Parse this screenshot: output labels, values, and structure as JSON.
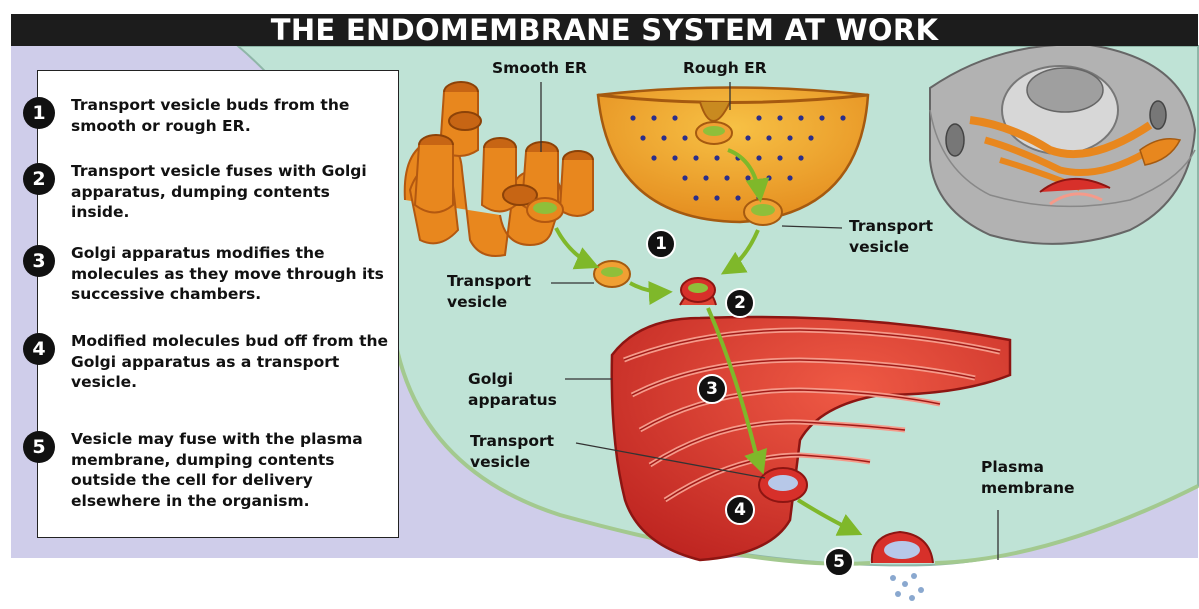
{
  "title": "THE ENDOMEMBRANE SYSTEM AT WORK",
  "steps": [
    {
      "number": "1",
      "text": "Transport vesicle buds from the smooth or rough ER."
    },
    {
      "number": "2",
      "text": "Transport vesicle fuses with Golgi apparatus, dumping contents inside."
    },
    {
      "number": "3",
      "text": "Golgi apparatus modifies the molecules as they move through its successive chambers."
    },
    {
      "number": "4",
      "text": "Modified molecules bud off from the Golgi apparatus as a transport vesicle."
    },
    {
      "number": "5",
      "text": "Vesicle may fuse with the plasma membrane, dumping contents outside the cell for delivery elsewhere in the organism."
    }
  ],
  "labels": {
    "smooth_er": "Smooth ER",
    "rough_er": "Rough ER",
    "transport_vesicle_right": [
      "Transport",
      "vesicle"
    ],
    "transport_vesicle_left": [
      "Transport",
      "vesicle"
    ],
    "golgi": [
      "Golgi",
      "apparatus"
    ],
    "transport_vesicle_lower": [
      "Transport",
      "vesicle"
    ],
    "plasma_membrane": [
      "Plasma",
      "membrane"
    ]
  },
  "diagram_badges": [
    "1",
    "2",
    "3",
    "4",
    "5"
  ],
  "colors": {
    "cytoplasm": "#bfe3d6",
    "outside": "#cfcdea",
    "er": "#e8871e",
    "golgi": "#d7302a",
    "arrow": "#7fb82a",
    "title_bar": "#1c1c1c"
  }
}
